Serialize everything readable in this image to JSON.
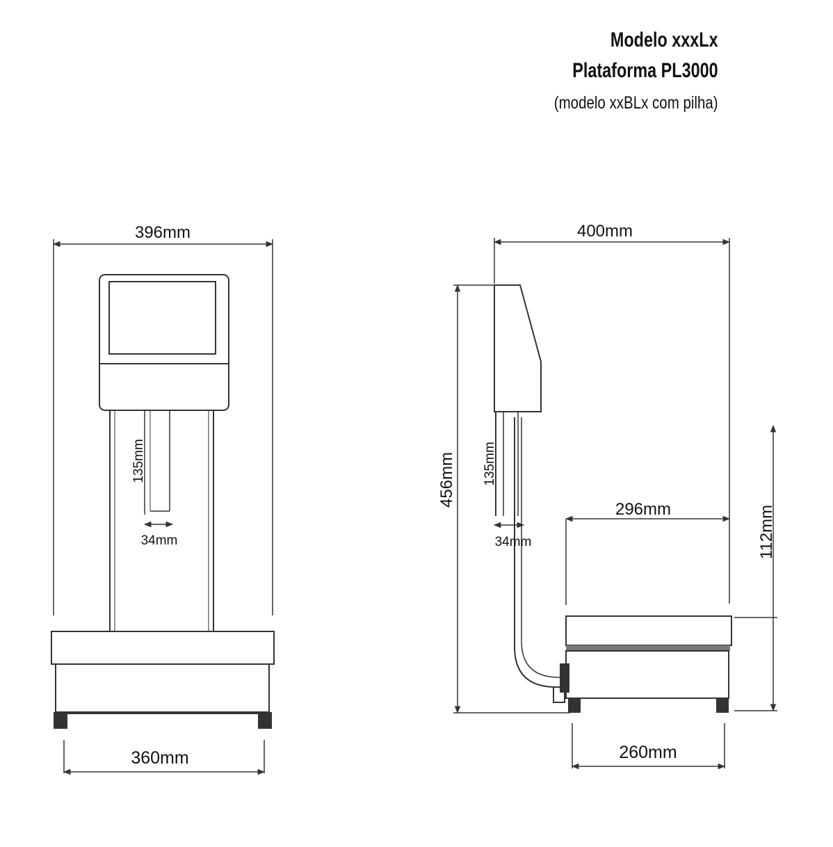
{
  "title": {
    "model": "Modelo xxxLx",
    "platform": "Plataforma PL3000",
    "note": "(modelo xxBLx com pilha)"
  },
  "front_view": {
    "width_total": "396mm",
    "width_base": "360mm",
    "column_height": "135mm",
    "column_width": "34mm"
  },
  "side_view": {
    "depth_total": "400mm",
    "height_total": "456mm",
    "column_height": "135mm",
    "column_width": "34mm",
    "platform_depth": "296mm",
    "platform_clearance": "112mm",
    "base_depth": "260mm"
  },
  "colors": {
    "line": "#333333",
    "text": "#111111"
  }
}
